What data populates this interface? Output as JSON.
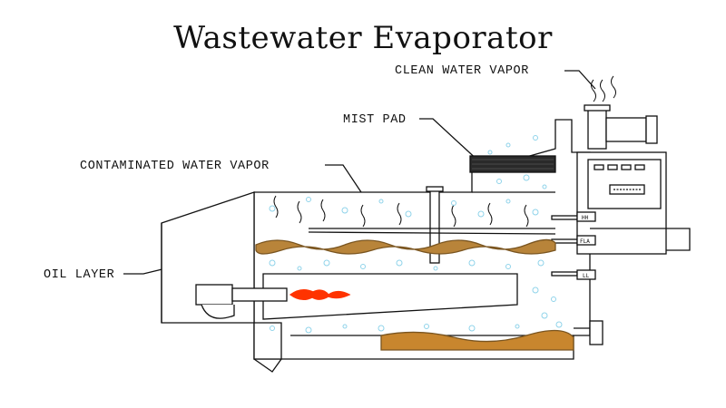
{
  "title": "Wastewater Evaporator",
  "labels": {
    "clean_vapor": "CLEAN WATER VAPOR",
    "mist_pad": "MIST PAD",
    "contaminated_vapor": "CONTAMINATED WATER VAPOR",
    "oil_layer": "OIL LAYER"
  },
  "level_tags": {
    "hh": "HH",
    "fla": "FLA",
    "ll": "LL"
  },
  "colors": {
    "oil": "#b8843a",
    "oil_edge": "#7a5520",
    "flame": "#ff3300",
    "bubbles": "#8fd3ea",
    "sludge": "#c8862e",
    "mist_pad": "#2a2a2a"
  }
}
